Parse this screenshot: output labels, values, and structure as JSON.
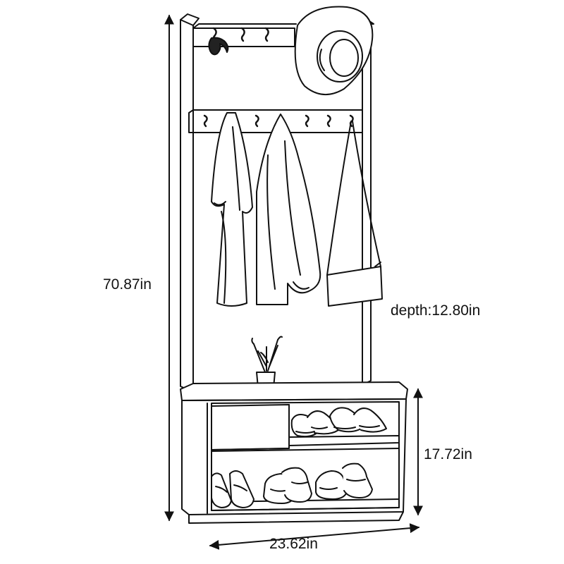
{
  "dimensions": {
    "height": "70.87in",
    "depth": "depth:12.80in",
    "bench_height": "17.72in",
    "width": "23.62in"
  },
  "colors": {
    "line": "#111111",
    "background": "#ffffff",
    "shade": "#bdbdbd"
  }
}
